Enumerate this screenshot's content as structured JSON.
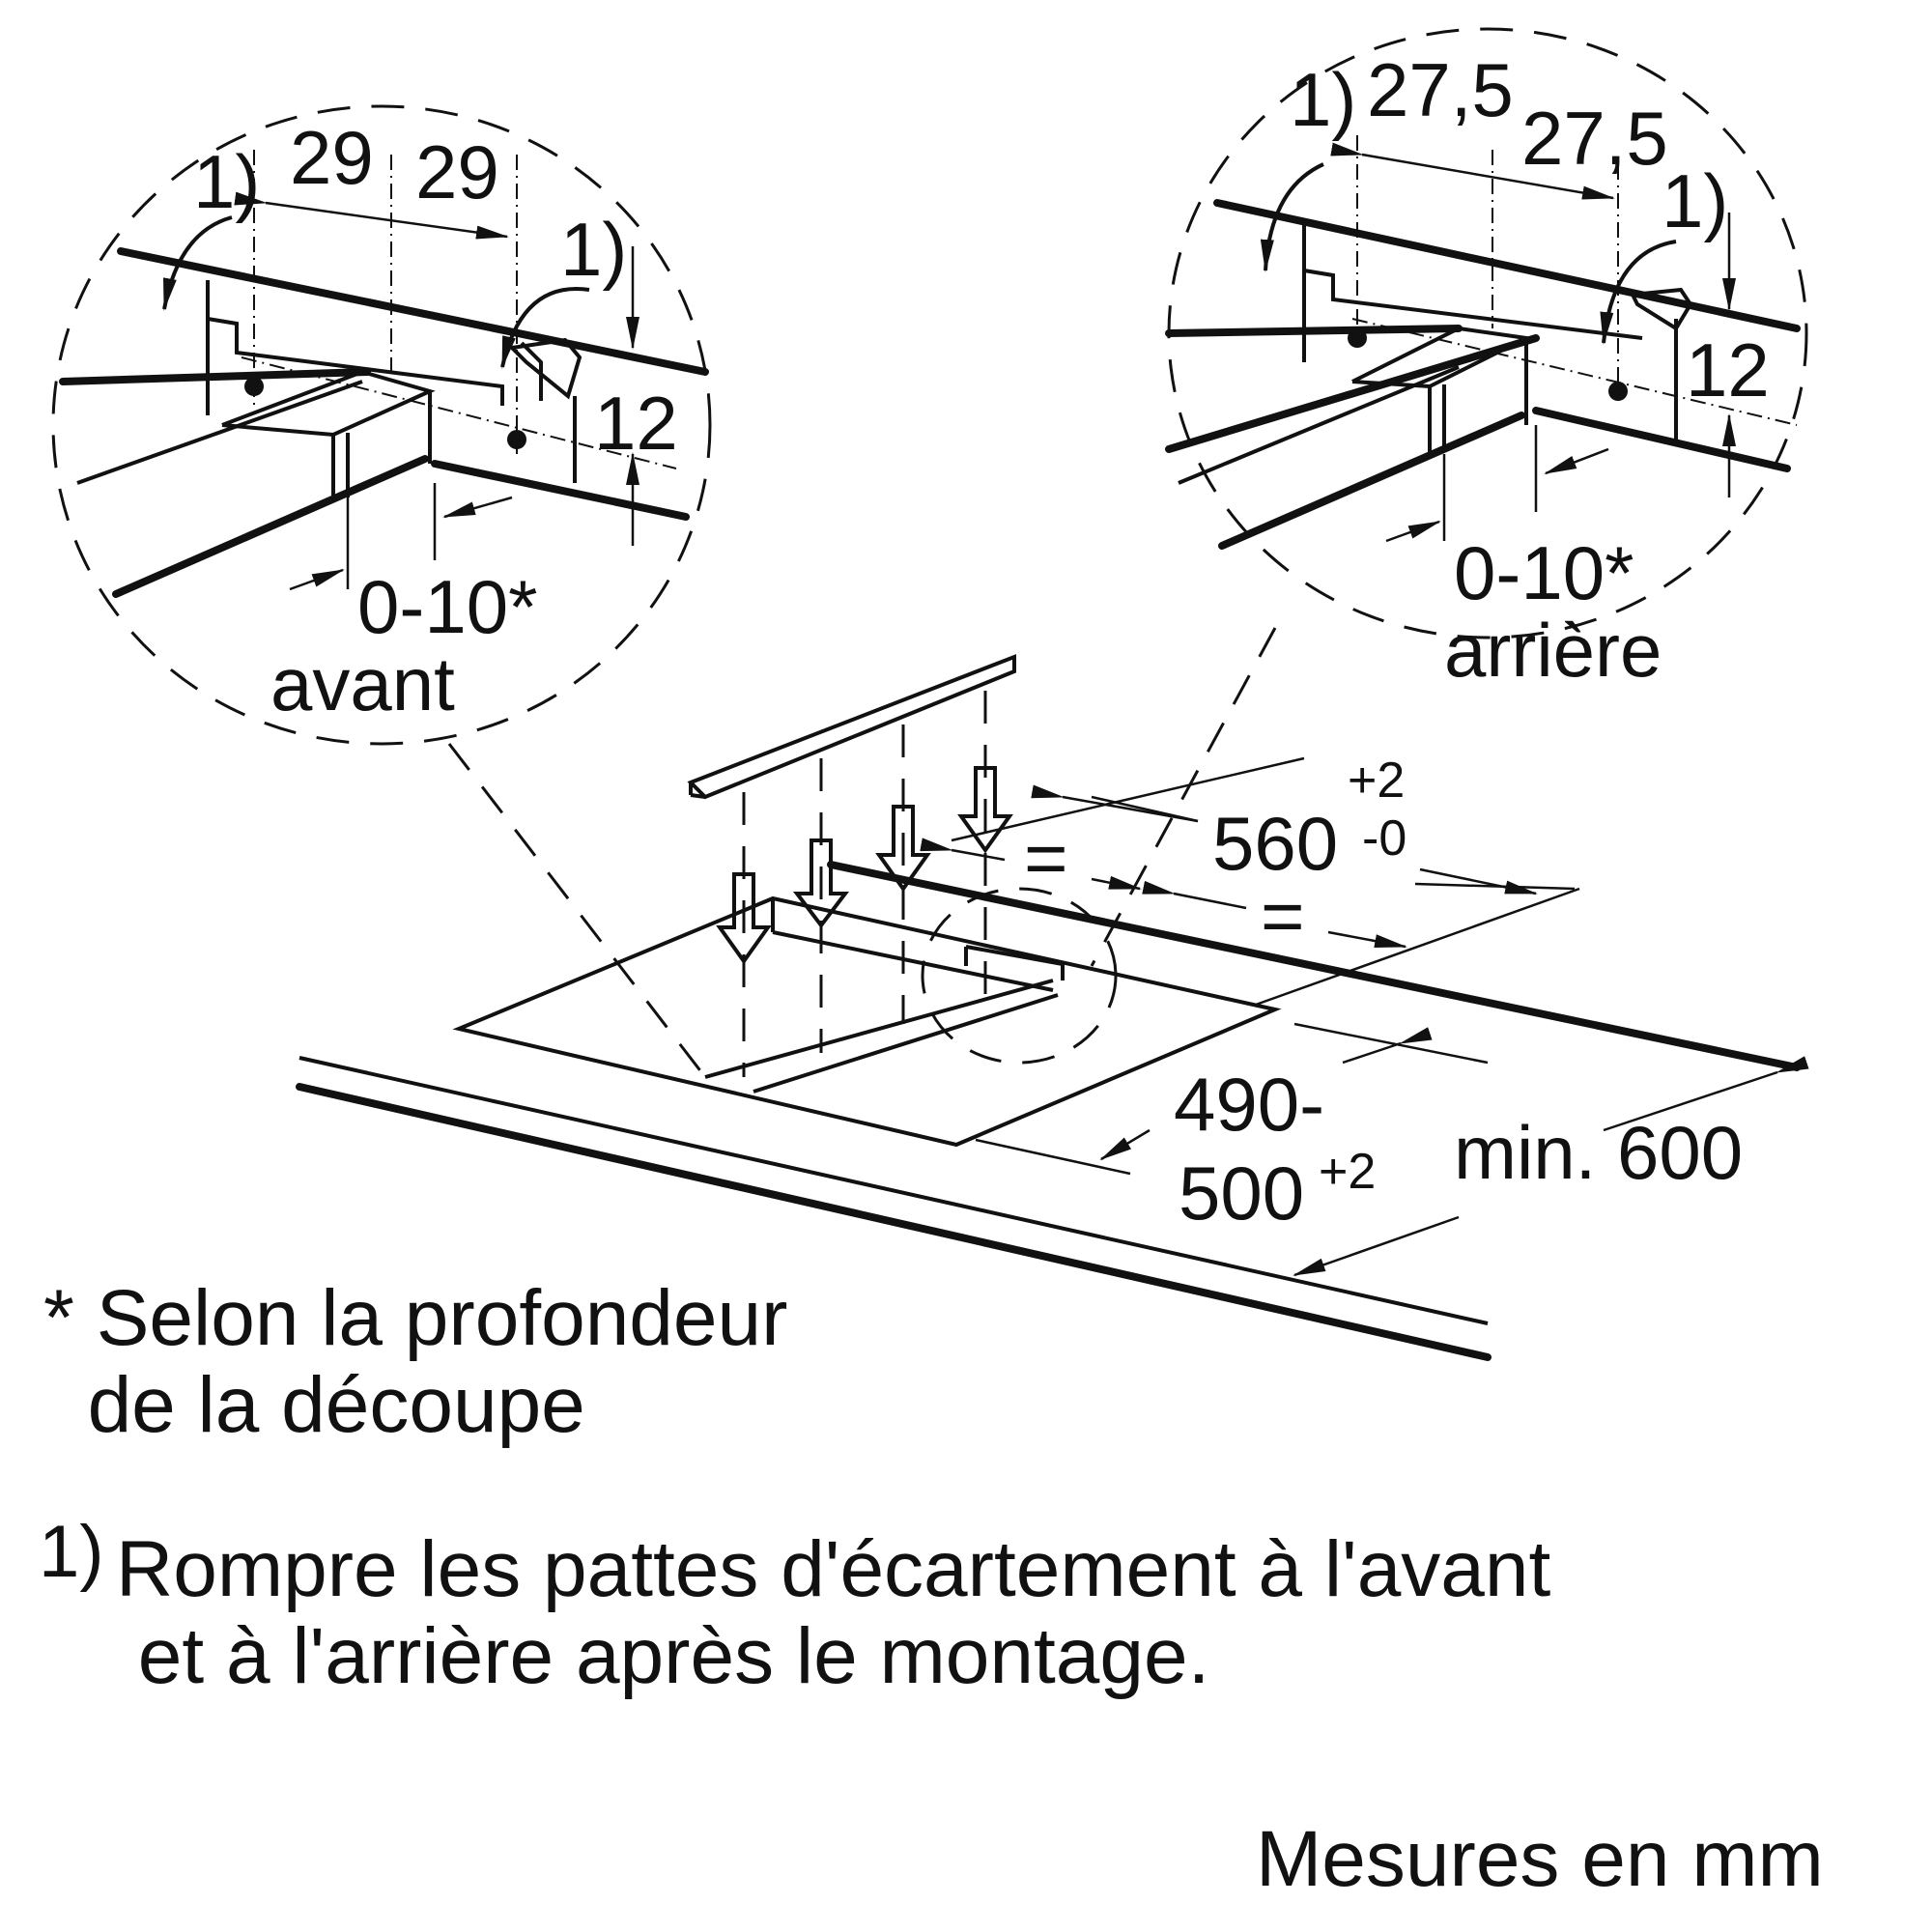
{
  "detail_front": {
    "ref_left": "1)",
    "dim_a": "29",
    "dim_b": "29",
    "ref_right": "1)",
    "height": "12",
    "gap": "0-10*",
    "label": "avant"
  },
  "detail_rear": {
    "ref_left": "1)",
    "dim_a": "27,5",
    "dim_b": "27,5",
    "ref_right": "1)",
    "height": "12",
    "gap": "0-10*",
    "label": "arrière"
  },
  "main": {
    "width_value": "560",
    "width_tol_plus": "+2",
    "width_tol_minus": "-0",
    "equal_a": "=",
    "equal_b": "=",
    "depth_line1": "490-",
    "depth_line2": "500",
    "depth_tol": "+2",
    "counter_depth": "min. 600"
  },
  "notes": {
    "asterisk": "* Selon la profondeur\n  de la découpe",
    "ref_marker": "1)",
    "ref_text": "Rompre les pattes d'écartement à l'avant\n et à l'arrière après le montage.",
    "units": "Mesures en mm"
  }
}
